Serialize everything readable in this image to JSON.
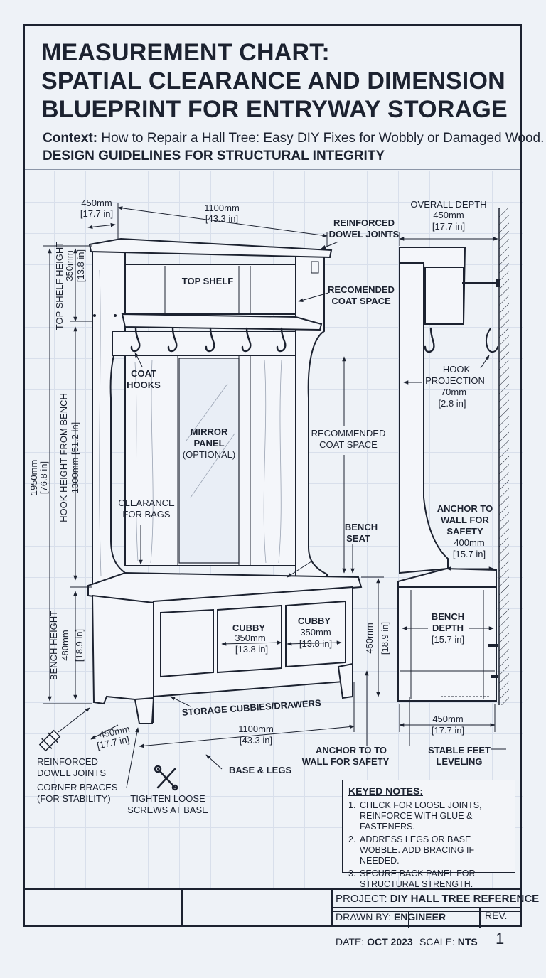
{
  "title_lines": [
    "MEASUREMENT CHART:",
    "SPATIAL CLEARANCE AND DIMENSION",
    "BLUEPRINT FOR ENTRYWAY STORAGE"
  ],
  "context_label": "Context:",
  "context_text": "How to Repair a Hall Tree: Easy DIY Fixes for Wobbly or Damaged Wood.",
  "guidelines": "DESIGN GUIDELINES FOR STRUCTURAL INTEGRITY",
  "front": {
    "top_depth": [
      "450mm",
      "[17.7 in]"
    ],
    "top_width": [
      "1100mm",
      "[43.3 in]"
    ],
    "reinforced_top": [
      "REINFORCED",
      "DOWEL JOINTS"
    ],
    "top_shelf": "TOP SHELF",
    "recommended_top": [
      "RECOMENDED",
      "COAT SPACE"
    ],
    "top_shelf_height": [
      "TOP SHELF HEIGHT",
      "350mm",
      "[13.8 in]"
    ],
    "coat_hooks": [
      "COAT",
      "HOOKS"
    ],
    "mirror": [
      "MIRROR",
      "PANEL",
      "(OPTIONAL)"
    ],
    "recommended_mid": [
      "RECOMMENDED",
      "COAT SPACE"
    ],
    "overall_height": [
      "1950mm",
      "[76.8 in]"
    ],
    "hook_height": [
      "HOOK HEIGHT FROM BENCH",
      "1300mm [51.2 in]"
    ],
    "clearance": [
      "CLEARANCE",
      "FOR BAGS"
    ],
    "bench_seat": [
      "BENCH",
      "SEAT"
    ],
    "bench_height": [
      "BENCH HEIGHT",
      "480mm",
      "[18.9 in]"
    ],
    "cubby_1": [
      "CUBBY",
      "350mm",
      "[13.8 in]"
    ],
    "cubby_2": [
      "CUBBY",
      "350mm",
      "[13.8 in]"
    ],
    "seat_height": [
      "450mm",
      "[18.9 in]"
    ],
    "storage": "STORAGE CUBBIES/DRAWERS",
    "base_depth": [
      "450mm",
      "[17.7 in]"
    ],
    "base_width": [
      "1100mm",
      "[43.3 in]"
    ],
    "reinforced_bottom": [
      "REINFORCED",
      "DOWEL JOINTS"
    ],
    "corner_braces": [
      "CORNER BRACES",
      "(FOR STABILITY)"
    ],
    "tighten": [
      "TIGHTEN LOOSE",
      "SCREWS AT BASE"
    ],
    "base_legs": "BASE & LEGS",
    "anchor_bottom": [
      "ANCHOR TO TO",
      "WALL FOR SAFETY"
    ]
  },
  "side": {
    "overall_depth": [
      "OVERALL DEPTH",
      "450mm",
      "[17.7 in]"
    ],
    "hook_projection": [
      "HOOK",
      "PROJECTION",
      "70mm",
      "[2.8 in]"
    ],
    "anchor": [
      "ANCHOR TO",
      "WALL FOR",
      "SAFETY",
      "400mm",
      "[15.7 in]"
    ],
    "bench_depth": [
      "BENCH",
      "DEPTH",
      "[15.7 in]"
    ],
    "base_depth": [
      "450mm",
      "[17.7 in]"
    ],
    "stable_feet": [
      "STABLE FEET",
      "LEVELING"
    ]
  },
  "notes": {
    "title": "KEYED NOTES:",
    "items": [
      {
        "num": "1.",
        "text": "CHECK FOR LOOSE JOINTS, REINFORCE WITH GLUE & FASTENERS."
      },
      {
        "num": "2.",
        "text": "ADDRESS LEGS OR BASE WOBBLE. ADD BRACING IF NEEDED."
      },
      {
        "num": "3.",
        "text": "SECURE BACK PANEL FOR STRUCTURAL STRENGTH."
      }
    ]
  },
  "title_block": {
    "project_label": "PROJECT:",
    "project_value": "DIY HALL TREE REFERENCE",
    "drawn_label": "DRAWN BY:",
    "drawn_value": "ENGINEER",
    "date_label": "DATE:",
    "date_value": "OCT 2023",
    "scale_label": "SCALE:",
    "scale_value": "NTS",
    "rev_label": "REV.",
    "rev_value": "1"
  }
}
